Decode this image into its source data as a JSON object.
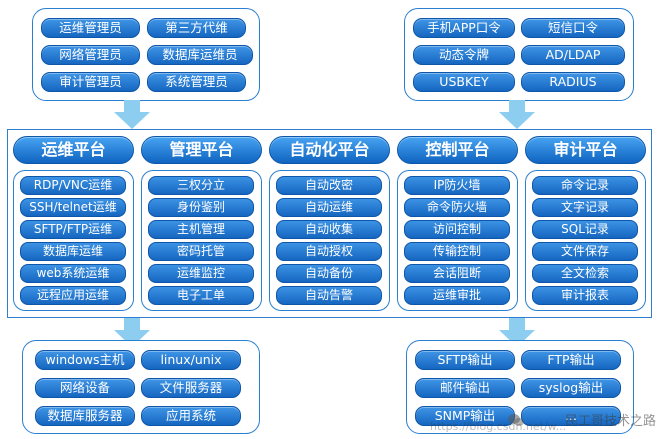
{
  "top_left": {
    "items": [
      "运维管理员",
      "第三方代维",
      "网络管理员",
      "数据库运维员",
      "审计管理员",
      "系统管理员"
    ]
  },
  "top_right": {
    "items": [
      "手机APP口令",
      "短信口令",
      "动态令牌",
      "AD/LDAP",
      "USBKEY",
      "RADIUS"
    ]
  },
  "platforms": [
    {
      "title": "运维平台",
      "items": [
        "RDP/VNC运维",
        "SSH/telnet运维",
        "SFTP/FTP运维",
        "数据库运维",
        "web系统运维",
        "远程应用运维"
      ]
    },
    {
      "title": "管理平台",
      "items": [
        "三权分立",
        "身份鉴别",
        "主机管理",
        "密码托管",
        "运维监控",
        "电子工单"
      ]
    },
    {
      "title": "自动化平台",
      "items": [
        "自动改密",
        "自动运维",
        "自动收集",
        "自动授权",
        "自动备份",
        "自动告警"
      ]
    },
    {
      "title": "控制平台",
      "items": [
        "IP防火墙",
        "命令防火墙",
        "访问控制",
        "传输控制",
        "会话阻断",
        "运维审批"
      ]
    },
    {
      "title": "审计平台",
      "items": [
        "命令记录",
        "文字记录",
        "SQL记录",
        "文件保存",
        "全文检索",
        "审计报表"
      ]
    }
  ],
  "bottom_left": {
    "items": [
      "windows主机",
      "linux/unix",
      "网络设备",
      "文件服务器",
      "数据库服务器",
      "应用系统"
    ]
  },
  "bottom_right": {
    "items": [
      "SFTP输出",
      "FTP输出",
      "邮件输出",
      "syslog输出",
      "SNMP输出",
      "..."
    ]
  },
  "watermark": "民工哥技术之路",
  "watermark_url": "https://blog.csdn.net/w...",
  "colors": {
    "accent": "#1b6fc6",
    "border": "#2b7fd0",
    "arrow": "#8ccdf0"
  }
}
